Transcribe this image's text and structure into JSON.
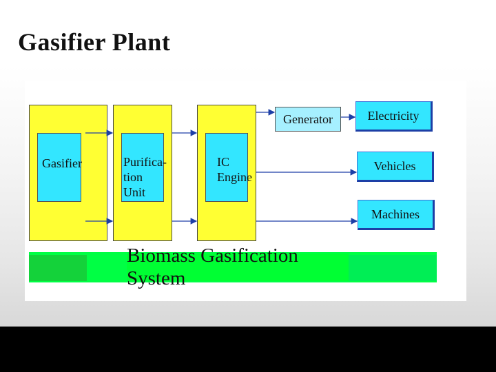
{
  "title": "Gasifier Plant",
  "diagram": {
    "stages": [
      {
        "id": "gasifier",
        "label": "Gasifier"
      },
      {
        "id": "purification",
        "label": "Purifica-\ntion Unit"
      },
      {
        "id": "ic_engine",
        "label": "IC\nEngine"
      }
    ],
    "generator": "Generator",
    "outputs": [
      "Electricity",
      "Vehicles",
      "Machines"
    ],
    "system_label": "Biomass Gasification System"
  },
  "colors": {
    "stage_column": "#ffff33",
    "stage_inner": "#33e6ff",
    "generator": "#a6f0ff",
    "output_box": "#33e6ff",
    "system_bar": "#00ff44",
    "arrow": "#1d3fa6"
  }
}
